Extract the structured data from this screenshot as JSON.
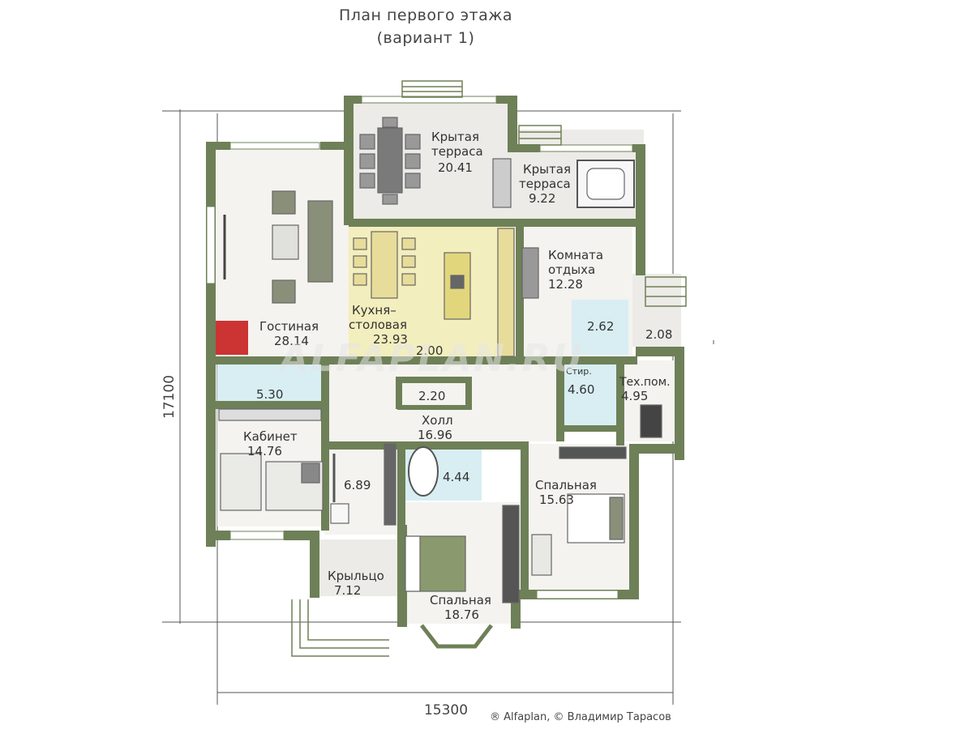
{
  "header": {
    "title_line1": "План первого этажа",
    "title_line2": "(вариант 1)"
  },
  "rooms": [
    {
      "id": "terrace_main",
      "name": "Крытая\nтерраса",
      "area": "20.41"
    },
    {
      "id": "terrace_small",
      "name": "Крытая\nтерраса",
      "area": "9.22"
    },
    {
      "id": "living",
      "name": "Гостиная",
      "area": "28.14"
    },
    {
      "id": "kitchen",
      "name": "Кухня–\nстоловая",
      "area": "23.93"
    },
    {
      "id": "rest",
      "name": "Комната\nотдыха",
      "area": "12.28"
    },
    {
      "id": "bath_rest",
      "name": "",
      "area": "2.62"
    },
    {
      "id": "side_entry",
      "name": "",
      "area": "2.08"
    },
    {
      "id": "closet_a",
      "name": "",
      "area": "2.00"
    },
    {
      "id": "closet_b",
      "name": "",
      "area": "2.20"
    },
    {
      "id": "wc",
      "name": "",
      "area": "5.30"
    },
    {
      "id": "hall",
      "name": "Холл",
      "area": "16.96"
    },
    {
      "id": "laundry",
      "name": "Стир.",
      "area": "4.60"
    },
    {
      "id": "tech",
      "name": "Тех.пом.",
      "area": "4.95"
    },
    {
      "id": "office",
      "name": "Кабинет",
      "area": "14.76"
    },
    {
      "id": "pantry",
      "name": "",
      "area": "6.89"
    },
    {
      "id": "bath_main",
      "name": "",
      "area": "4.44"
    },
    {
      "id": "bedroom_right",
      "name": "Спальная",
      "area": "15.63"
    },
    {
      "id": "porch",
      "name": "Крыльцо",
      "area": "7.12"
    },
    {
      "id": "bedroom_main",
      "name": "Спальная",
      "area": "18.76"
    }
  ],
  "dimensions": {
    "height": "17100",
    "width": "15300"
  },
  "watermark": "ALFAPLAN.RU",
  "credit": "® Alfaplan, © Владимир Тарасов",
  "colors": {
    "wall": "#6e8057",
    "wall_dark": "#55663f",
    "floor": "#f4f3ef",
    "kitchen_floor": "#f3eebd",
    "bath_floor": "#d8eef3",
    "terrace_floor": "#ecebe7"
  }
}
